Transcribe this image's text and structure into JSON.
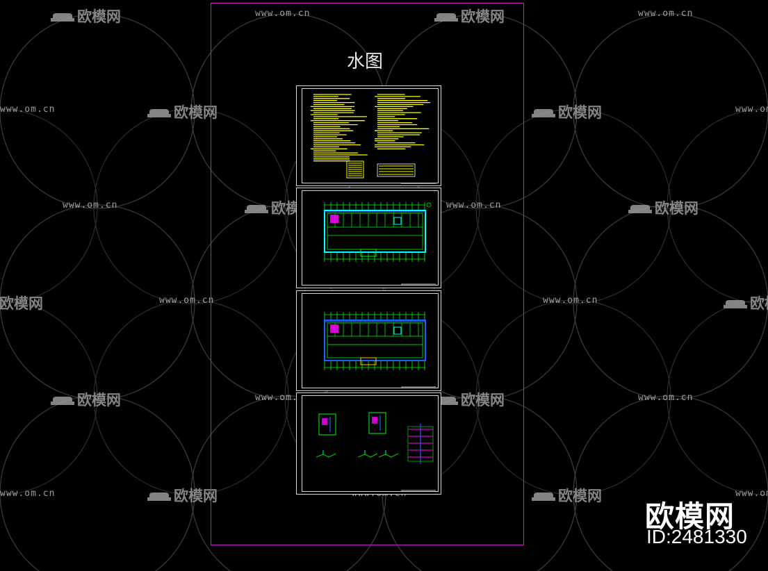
{
  "watermark": {
    "url_text": "www.om.cn",
    "logo_text": "欧模网",
    "logo_icon": "sofa-icon"
  },
  "drawing": {
    "title": "水图",
    "sheets": [
      {
        "name": "design-notes-sheet",
        "content": "text-notes"
      },
      {
        "name": "floor-plan-1-sheet",
        "content": "floor-plan"
      },
      {
        "name": "floor-plan-2-sheet",
        "content": "floor-plan"
      },
      {
        "name": "details-sheet",
        "content": "details"
      }
    ]
  },
  "brand": {
    "name": "欧模网",
    "id": "ID:2481330"
  },
  "colors": {
    "background": "#000000",
    "frame": "#c020c0",
    "notes_text": "#ffff00",
    "plan_green": "#00ff00",
    "plan_blue": "#2060ff",
    "plan_cyan": "#00ffff",
    "plan_magenta": "#ff00ff"
  }
}
